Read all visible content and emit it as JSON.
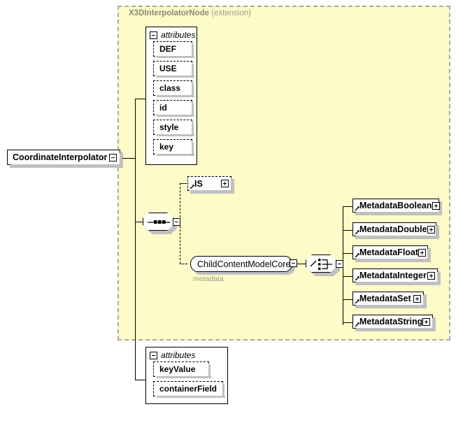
{
  "diagram": {
    "type": "xml-schema-component-diagram",
    "root_element": {
      "label": "CoordinateInterpolator",
      "toggle": "minus"
    },
    "extension_region": {
      "base_type": "X3DInterpolatorNode",
      "kind": "(extension)",
      "title_color": "#8a8a78",
      "fill_color": "#fdfbc8",
      "border_color": "#a9a9a0"
    },
    "inherited_attributes": {
      "header": "attributes",
      "toggle": "minus",
      "items": [
        {
          "label": "DEF"
        },
        {
          "label": "USE"
        },
        {
          "label": "class"
        },
        {
          "label": "id"
        },
        {
          "label": "style"
        },
        {
          "label": "key"
        }
      ]
    },
    "own_attributes": {
      "header": "attributes",
      "toggle": "minus",
      "items": [
        {
          "label": "keyValue"
        },
        {
          "label": "containerField"
        }
      ]
    },
    "sequence_node": {
      "compositor": "sequence",
      "toggle": "minus"
    },
    "choice_node": {
      "compositor": "choice",
      "toggle": "minus"
    },
    "sequence_children": [
      {
        "label": "IS",
        "toggle": "plus",
        "optional": true,
        "reference": true
      },
      {
        "label": "ChildContentModelCore",
        "kind": "group-reference",
        "toggle": "minus",
        "sublabel": "metadata"
      }
    ],
    "choice_children": [
      {
        "label": "MetadataBoolean",
        "toggle": "plus",
        "reference": true
      },
      {
        "label": "MetadataDouble",
        "toggle": "plus",
        "reference": true
      },
      {
        "label": "MetadataFloat",
        "toggle": "plus",
        "reference": true
      },
      {
        "label": "MetadataInteger",
        "toggle": "plus",
        "reference": true
      },
      {
        "label": "MetadataSet",
        "toggle": "plus",
        "reference": true
      },
      {
        "label": "MetadataString",
        "toggle": "plus",
        "reference": true
      }
    ]
  }
}
